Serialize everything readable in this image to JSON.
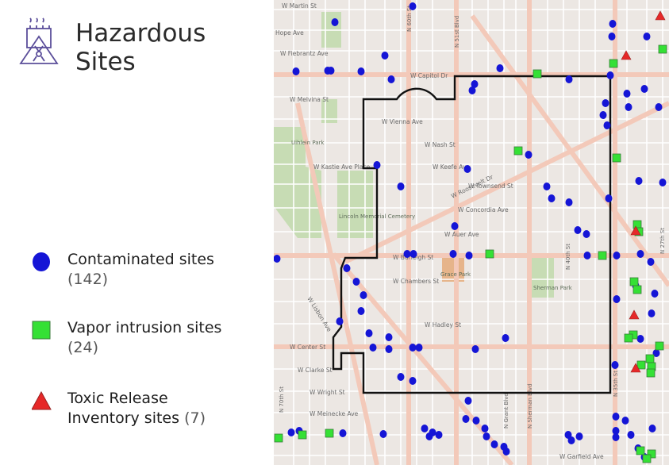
{
  "title": {
    "line1": "Hazardous",
    "line2": "Sites"
  },
  "legend": [
    {
      "label": "Contaminated sites",
      "count": "(142)",
      "symbol": "circle",
      "color": "#1515d6"
    },
    {
      "label": "Vapor intrusion sites",
      "count": "(24)",
      "symbol": "square",
      "color": "#35e035"
    },
    {
      "label": "Toxic Release",
      "label2": "Inventory sites",
      "count": "(7)",
      "symbol": "triangle",
      "color": "#e62828"
    }
  ],
  "colors": {
    "boundary": "#111111",
    "frame": "#3d8fc4",
    "map_bg": "#ece7e3",
    "major_road": "#f3c9b9",
    "park": "#c7dcb4"
  },
  "map": {
    "street_labels": [
      "W Martin St",
      "Hope Ave",
      "W Fiebrantz Ave",
      "W Capitol Dr",
      "W Melvina St",
      "W Vienna Ave",
      "W Nash St",
      "W Keefe Ave",
      "W Kastie Ave Place",
      "W Townsend St",
      "W Concordia Ave",
      "W Auer Ave",
      "W Burleigh St",
      "W Chambers St",
      "W Hadley St",
      "W Center St",
      "W Clarke St",
      "W Wright St",
      "W Meinecke Ave",
      "W Garfield Ave",
      "W Lisbon Ave",
      "W Roosevelt Dr",
      "N Sherman Blvd",
      "N Grant Blvd",
      "N 35th St",
      "N 27th St",
      "N 60th St",
      "N 51st Blvd",
      "N 40th St",
      "N 70th St"
    ],
    "park_labels": [
      "Lincoln Memorial Cemetery",
      "Sherman Park",
      "Uihlein Park",
      "Grace Park"
    ]
  }
}
